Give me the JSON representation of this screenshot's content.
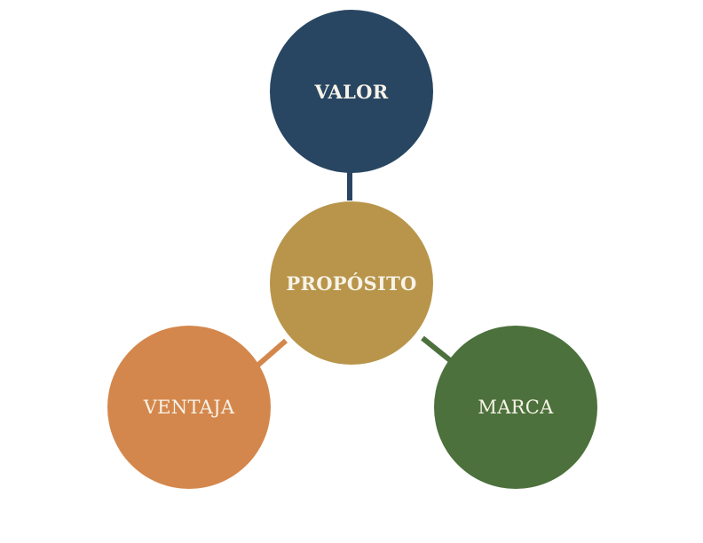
{
  "diagram": {
    "center": {
      "label": "PROPÓSITO",
      "color": "#b8954a"
    },
    "nodes": [
      {
        "id": "top",
        "label": "VALOR",
        "color": "#284662"
      },
      {
        "id": "left",
        "label": "VENTAJA",
        "color": "#d4874c"
      },
      {
        "id": "right",
        "label": "MARCA",
        "color": "#4c713c"
      }
    ]
  }
}
